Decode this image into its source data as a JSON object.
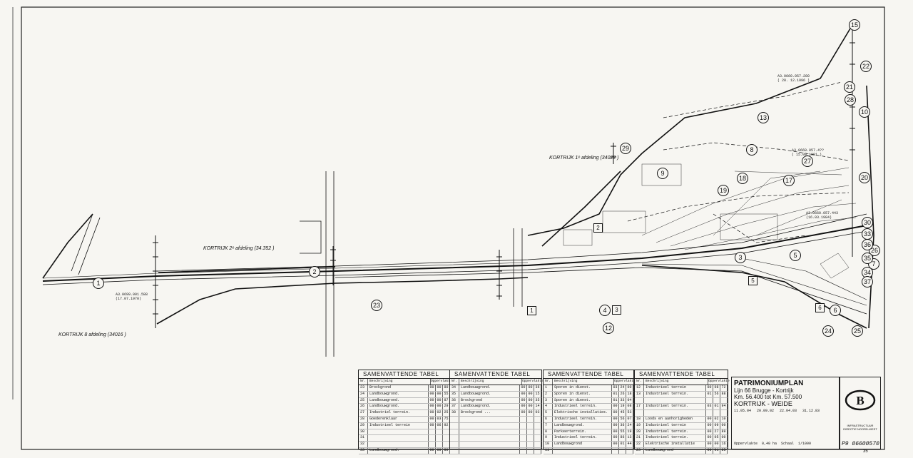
{
  "drawing": {
    "number": "P9 06600570",
    "sheet_no": "35"
  },
  "sections": [
    {
      "id": "kortrijk-1e",
      "text": "KORTRIJK  1ᵉ afdeling  (34022 )"
    },
    {
      "id": "kortrijk-2e",
      "text": "KORTRIJK  2ᵉ afdeling  (34.352  )"
    },
    {
      "id": "kortrijk-8",
      "text": "KORTRIJK 8 afdeling  (34016  )"
    }
  ],
  "references": [
    {
      "text": "A3.0660.057.280\n( 28. 12.1996 )"
    },
    {
      "text": "A3.0660.057.4??\n( 15.09.1981 )"
    },
    {
      "text": "A3.0660.057.443\n(16.03.1984)"
    },
    {
      "text": "A3.0699.001.588\n(17.07.1970)"
    }
  ],
  "parcel_circles": [
    "1",
    "2",
    "3",
    "4",
    "5",
    "6",
    "7",
    "8",
    "9",
    "10",
    "12",
    "13",
    "15",
    "17",
    "18",
    "19",
    "20",
    "21",
    "22",
    "23",
    "24",
    "25",
    "26",
    "27",
    "28",
    "29",
    "30",
    "33",
    "34",
    "35",
    "36",
    "37"
  ],
  "parcel_squares": [
    "1",
    "2",
    "3",
    "5",
    "6"
  ],
  "tables": [
    {
      "title": "SAMENVATTENDE TABEL",
      "header": {
        "no": "Nr.",
        "desc": "Beschrijving",
        "area": "Oppervlakte"
      },
      "rows": [
        {
          "no": "23",
          "desc": "Brockgrond",
          "v": [
            "00",
            "00",
            "80"
          ]
        },
        {
          "no": "24",
          "desc": "Landbouwgrond.",
          "v": [
            "00",
            "00",
            "55"
          ]
        },
        {
          "no": "25",
          "desc": "Landbouwgrond.",
          "v": [
            "00",
            "00",
            "87"
          ]
        },
        {
          "no": "26",
          "desc": "Landbouwgrond.",
          "v": [
            "00",
            "00",
            "29"
          ]
        },
        {
          "no": "27",
          "desc": "Industriel terrein.",
          "v": [
            "00",
            "02",
            "25"
          ]
        },
        {
          "no": "28",
          "desc": "Goederenklaar",
          "v": [
            "00",
            "03",
            "75"
          ]
        },
        {
          "no": "29",
          "desc": "Industrieel terrein",
          "v": [
            "00",
            "06",
            "92"
          ]
        },
        {
          "no": "30",
          "desc": "",
          "v": [
            "",
            "",
            ""
          ]
        },
        {
          "no": "31",
          "desc": "",
          "v": [
            "",
            "",
            ""
          ]
        },
        {
          "no": "32",
          "desc": "",
          "v": [
            "",
            "",
            ""
          ]
        },
        {
          "no": "33",
          "desc": "Landbouwgrond.",
          "v": [
            "00",
            "00",
            "80"
          ]
        }
      ]
    },
    {
      "title": "SAMENVATTENDE TABEL",
      "header": {
        "no": "Nr.",
        "desc": "Beschrijving",
        "area": "Oppervlakte"
      },
      "rows": [
        {
          "no": "34",
          "desc": "Landbouwgrond.",
          "v": [
            "00",
            "00",
            "36"
          ]
        },
        {
          "no": "35",
          "desc": "Landbouwgrond.",
          "v": [
            "00",
            "00",
            "15"
          ]
        },
        {
          "no": "36",
          "desc": "Brockgrond",
          "v": [
            "00",
            "00",
            "35"
          ]
        },
        {
          "no": "37",
          "desc": "Landbouwgrond.",
          "v": [
            "00",
            "00",
            "14"
          ]
        },
        {
          "no": "38",
          "desc": "Brockgrond ...",
          "v": [
            "00",
            "00",
            "03"
          ]
        },
        {
          "no": "",
          "desc": "",
          "v": [
            "",
            "",
            ""
          ]
        },
        {
          "no": "",
          "desc": "",
          "v": [
            "",
            "",
            ""
          ]
        },
        {
          "no": "",
          "desc": "",
          "v": [
            "",
            "",
            ""
          ]
        },
        {
          "no": "",
          "desc": "",
          "v": [
            "",
            "",
            ""
          ]
        },
        {
          "no": "",
          "desc": "",
          "v": [
            "",
            "",
            ""
          ]
        },
        {
          "no": "",
          "desc": "",
          "v": [
            "",
            "",
            ""
          ]
        }
      ]
    },
    {
      "title": "SAMENVATTENDE TABEL",
      "header": {
        "no": "Nr.",
        "desc": "Beschrijving",
        "area": "Oppervlakte"
      },
      "rows": [
        {
          "no": "1",
          "desc": "Sporen in dienst.",
          "v": [
            "03",
            "24",
            "00"
          ]
        },
        {
          "no": "2",
          "desc": "Sporen in dienst.",
          "v": [
            "01",
            "26",
            "18"
          ]
        },
        {
          "no": "3",
          "desc": "Sporen in dienst.",
          "v": [
            "01",
            "33",
            "04"
          ]
        },
        {
          "no": "4",
          "desc": "Industrieel terrein.",
          "v": [
            "00",
            "19",
            "08"
          ]
        },
        {
          "no": "5",
          "desc": "Elektrische installaties.",
          "v": [
            "00",
            "45",
            "53"
          ]
        },
        {
          "no": "6",
          "desc": "Industrieel terrein.",
          "v": [
            "00",
            "56",
            "07"
          ]
        },
        {
          "no": "7",
          "desc": "Landbouwgrond.",
          "v": [
            "00",
            "36",
            "24"
          ]
        },
        {
          "no": "8",
          "desc": "Parkeerterrein.",
          "v": [
            "00",
            "55",
            "19"
          ]
        },
        {
          "no": "9",
          "desc": "Industrieel terrein.",
          "v": [
            "00",
            "86",
            "13"
          ]
        },
        {
          "no": "10",
          "desc": "Landbouwgrond",
          "v": [
            "00",
            "01",
            "44"
          ]
        },
        {
          "no": "11",
          "desc": "",
          "v": [
            "",
            "",
            ""
          ]
        }
      ]
    },
    {
      "title": "SAMENVATTENDE TABEL",
      "header": {
        "no": "Nr.",
        "desc": "Beschrijving",
        "area": "Oppervlakte"
      },
      "rows": [
        {
          "no": "12",
          "desc": "Industrieel terrein",
          "v": [
            "00",
            "08",
            "72"
          ]
        },
        {
          "no": "13",
          "desc": "Industrieel terrein.",
          "v": [
            "01",
            "56",
            "88"
          ]
        },
        {
          "no": "",
          "desc": "",
          "v": [
            "",
            "",
            ""
          ]
        },
        {
          "no": "17",
          "desc": "Industrieel terrein.",
          "v": [
            "03",
            "01",
            "94"
          ]
        },
        {
          "no": "",
          "desc": "",
          "v": [
            "",
            "",
            ""
          ]
        },
        {
          "no": "18",
          "desc": "Loods en aanhorigheden",
          "v": [
            "00",
            "02",
            "10"
          ]
        },
        {
          "no": "19",
          "desc": "Industrieel terrein",
          "v": [
            "00",
            "09",
            "00"
          ]
        },
        {
          "no": "20",
          "desc": "Industrieel terrein.",
          "v": [
            "00",
            "27",
            "89"
          ]
        },
        {
          "no": "21",
          "desc": "Industrieel terrein.",
          "v": [
            "00",
            "05",
            "00"
          ]
        },
        {
          "no": "22",
          "desc": "Elektrische installatie",
          "v": [
            "00",
            "00",
            "16"
          ]
        },
        {
          "no": "23",
          "desc": "Landbouwgrond",
          "v": [
            "00",
            "01",
            "25"
          ]
        }
      ]
    }
  ],
  "title_block": {
    "title": "PATRIMONIUMPLAN",
    "line": "Lijn 66  Brugge - Kortrijk",
    "km": "Km. 56.400 tot  Km. 57.500",
    "place": "KORTRIJK  -  WEIDE",
    "dates": [
      "11.05.04",
      "20.09.02",
      "22.04.03",
      "31.12.83"
    ],
    "scale_label": "Schaal",
    "scale": "1/1000",
    "area_label": "Oppervlakte",
    "area": "0,40 ha"
  },
  "logo": {
    "letter": "B",
    "org": "INFRASTRUCTUUR\nDIRECTIE NOORD-WEST"
  },
  "colors": {
    "paper": "#f7f6f2",
    "ink": "#111111"
  }
}
